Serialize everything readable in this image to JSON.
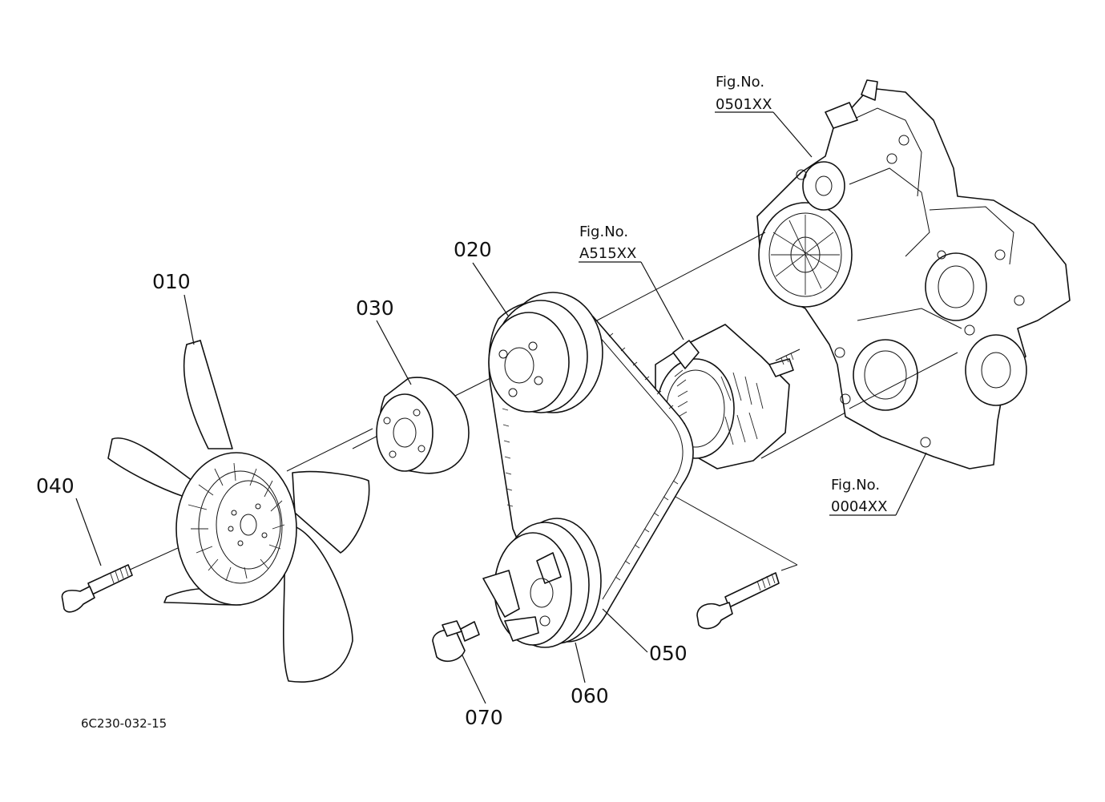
{
  "diagram": {
    "drawing_code": "6C230-032-15",
    "callouts": {
      "fan": "010",
      "fan_drive_pulley": "020",
      "spacer": "030",
      "bolt_040": "040",
      "v_belt": "050",
      "crank_pulley": "060",
      "bolt_070": "070"
    },
    "fig_refs": {
      "water_pump": {
        "label": "Fig.No.",
        "number": "0501XX"
      },
      "alternator": {
        "label": "Fig.No.",
        "number": "A515XX"
      },
      "gear_case": {
        "label": "Fig.No.",
        "number": "0004XX"
      }
    }
  }
}
